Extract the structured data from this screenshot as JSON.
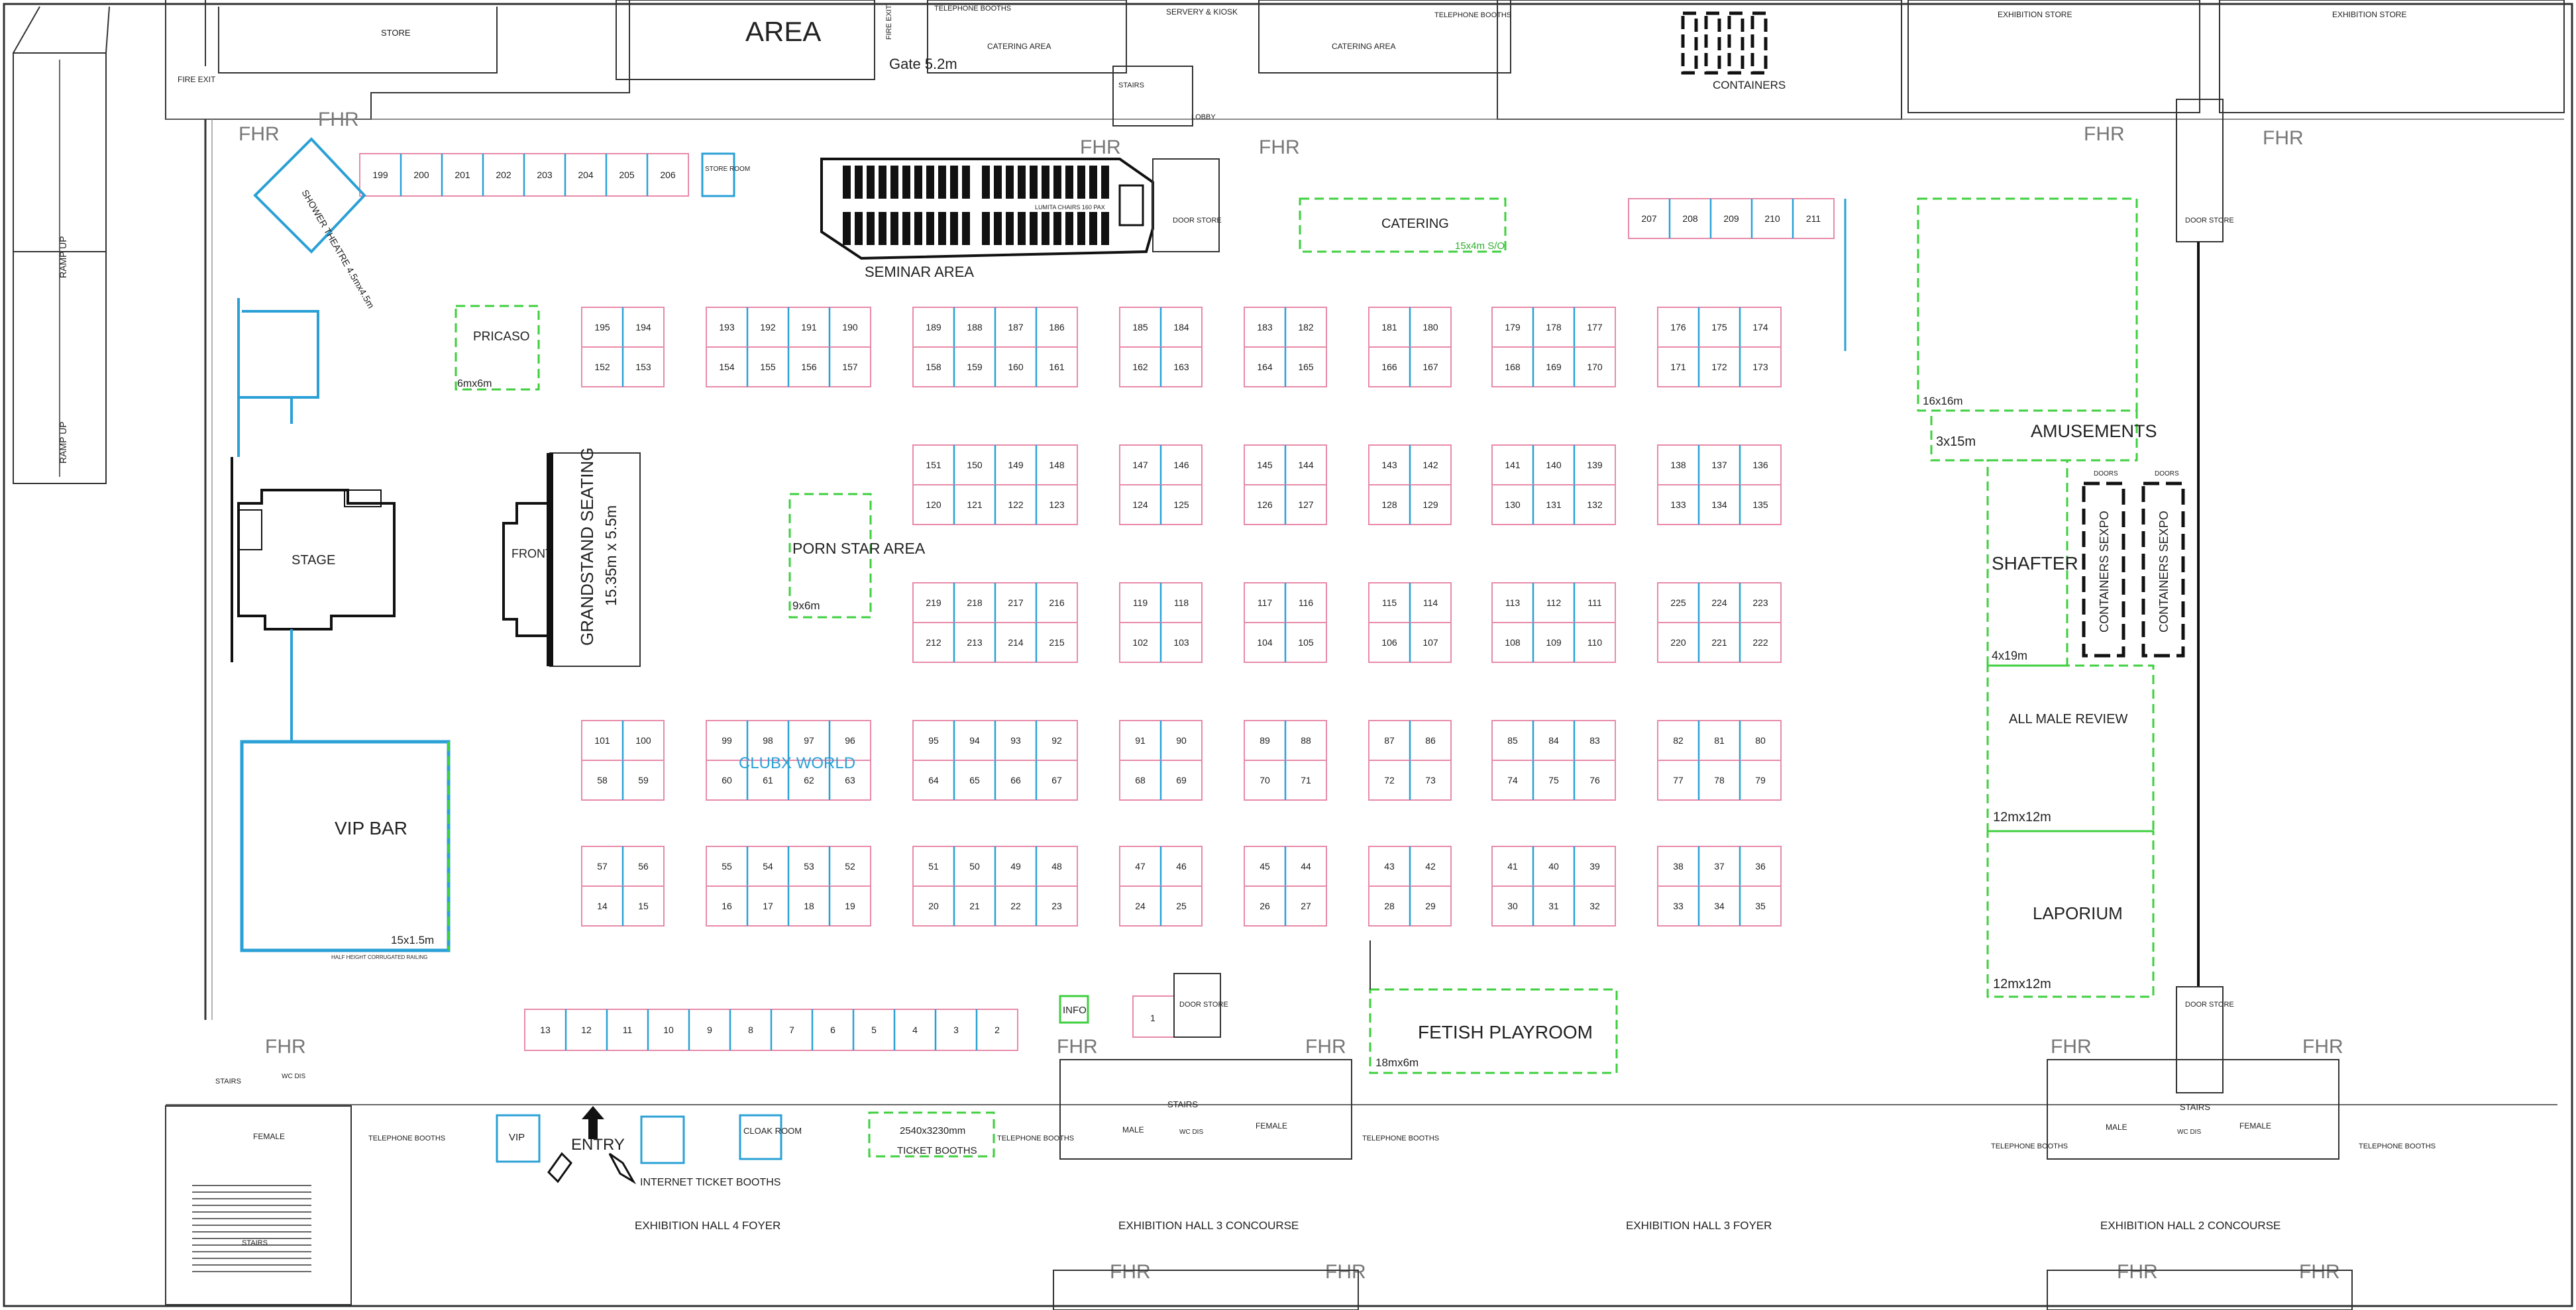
{
  "labels": {
    "area": "AREA",
    "store": "STORE",
    "fire_exit_1": "FIRE EXIT",
    "fire_exit_2": "FIRE EXIT",
    "ramp_up_1": "RAMP UP",
    "ramp_up_2": "RAMP UP",
    "telephone_booths_top": "TELEPHONE BOOTHS",
    "telephone_booths_top2": "TELEPHONE BOOTHS",
    "catering_area_1": "CATERING AREA",
    "catering_area_2": "CATERING AREA",
    "servery_kiosk": "SERVERY & KIOSK",
    "exhibition_store_1": "EXHIBITION STORE",
    "exhibition_store_2": "EXHIBITION STORE",
    "containers": "CONTAINERS",
    "gate": "Gate 5.2m",
    "stairs_top_left": "STAIRS",
    "lobby": "LOBBY",
    "store_room": "STORE ROOM",
    "door_store_1": "DOOR STORE",
    "door_store_2": "DOOR STORE",
    "door_store_3": "DOOR STORE",
    "door_store_4": "DOOR STORE",
    "seminar_area": "SEMINAR AREA",
    "seminar_chairs": "LUMITA CHAIRS 160 PAX",
    "catering": "CATERING",
    "catering_size": "15x4m S/O",
    "pricaso": "PRICASO",
    "pricaso_size": "6mx6m",
    "grandstand": "GRANDSTAND SEATING",
    "grandstand_size": "15.35m x 5.5m",
    "front_of_house": "FRONT OF HOUSE",
    "stage": "STAGE",
    "porn_star_area": "PORN STAR AREA",
    "porn_star_size": "9x6m",
    "clubx_world": "CLUBX WORLD",
    "vip_bar": "VIP BAR",
    "vip_bar_size": "15x1.5m",
    "half_height": "HALF HEIGHT CORRUGATED RAILING",
    "shower_theatre": "SHOWER THEATRE 4.5mx4.5m",
    "amusements": "AMUSEMENTS",
    "amusements_size1": "16x16m",
    "amusements_size2": "3x15m",
    "shafter": "SHAFTER",
    "shafter_size": "4x19m",
    "containers_sexpo_1": "CONTAINERS SEXPO",
    "containers_sexpo_2": "CONTAINERS SEXPO",
    "doors_1": "DOORS",
    "doors_2": "DOORS",
    "all_male_review": "ALL MALE REVIEW",
    "all_male_size": "12mx12m",
    "laporium": "LAPORIUM",
    "laporium_size": "12mx12m",
    "fetish_playroom": "FETISH PLAYROOM",
    "fetish_size": "18mx6m",
    "info": "INFO",
    "vip": "VIP",
    "entry": "ENTRY",
    "internet_ticket_booths": "INTERNET TICKET BOOTHS",
    "cloak_room": "CLOAK ROOM",
    "ticket_booths": "TICKET BOOTHS",
    "ticket_booths_size": "2540x3230mm",
    "female_1": "FEMALE",
    "female_2": "FEMALE",
    "female_3": "FEMALE",
    "male_1": "MALE",
    "male_2": "MALE",
    "stairs_b1": "STAIRS",
    "stairs_b2": "STAIRS",
    "stairs_b3": "STAIRS",
    "stairs_b4": "STAIRS",
    "wc_dis_1": "WC DIS",
    "wc_dis_2": "WC DIS",
    "wc_dis_3": "WC DIS",
    "tel_b1": "TELEPHONE BOOTHS",
    "tel_b2": "TELEPHONE BOOTHS",
    "tel_b3": "TELEPHONE BOOTHS",
    "tel_b4": "TELEPHONE BOOTHS",
    "tel_b5": "TELEPHONE BOOTHS",
    "hall4_foyer": "EXHIBITION HALL 4 FOYER",
    "hall3_concourse": "EXHIBITION HALL 3 CONCOURSE",
    "hall3_foyer": "EXHIBITION HALL 3 FOYER",
    "hall2_concourse": "EXHIBITION HALL 2 CONCOURSE",
    "fhr": "FHR"
  },
  "booth_rows": {
    "top_row": [
      "199",
      "200",
      "201",
      "202",
      "203",
      "204",
      "205",
      "206"
    ],
    "right_top_row": [
      "207",
      "208",
      "209",
      "210",
      "211"
    ],
    "bottom_row": [
      "13",
      "12",
      "11",
      "10",
      "9",
      "8",
      "7",
      "6",
      "5",
      "4",
      "3",
      "2"
    ],
    "single": "1"
  },
  "blocks": [
    [
      "195",
      "194",
      "152",
      "153"
    ],
    [
      "193",
      "192",
      "191",
      "190",
      "154",
      "155",
      "156",
      "157"
    ],
    [
      "189",
      "188",
      "187",
      "186",
      "158",
      "159",
      "160",
      "161"
    ],
    [
      "185",
      "184",
      "162",
      "163"
    ],
    [
      "183",
      "182",
      "164",
      "165"
    ],
    [
      "181",
      "180",
      "166",
      "167"
    ],
    [
      "179",
      "178",
      "177",
      "168",
      "169",
      "170"
    ],
    [
      "176",
      "175",
      "174",
      "171",
      "172",
      "173"
    ],
    [
      "151",
      "150",
      "149",
      "148",
      "120",
      "121",
      "122",
      "123"
    ],
    [
      "147",
      "146",
      "124",
      "125"
    ],
    [
      "145",
      "144",
      "126",
      "127"
    ],
    [
      "143",
      "142",
      "128",
      "129"
    ],
    [
      "141",
      "140",
      "139",
      "130",
      "131",
      "132"
    ],
    [
      "138",
      "137",
      "136",
      "133",
      "134",
      "135"
    ],
    [
      "219",
      "218",
      "217",
      "216",
      "212",
      "213",
      "214",
      "215"
    ],
    [
      "119",
      "118",
      "102",
      "103"
    ],
    [
      "117",
      "116",
      "104",
      "105"
    ],
    [
      "115",
      "114",
      "106",
      "107"
    ],
    [
      "113",
      "112",
      "111",
      "108",
      "109",
      "110"
    ],
    [
      "225",
      "224",
      "223",
      "220",
      "221",
      "222"
    ],
    [
      "101",
      "100",
      "58",
      "59"
    ],
    [
      "99",
      "98",
      "97",
      "96",
      "60",
      "61",
      "62",
      "63"
    ],
    [
      "95",
      "94",
      "93",
      "92",
      "64",
      "65",
      "66",
      "67"
    ],
    [
      "91",
      "90",
      "68",
      "69"
    ],
    [
      "89",
      "88",
      "70",
      "71"
    ],
    [
      "87",
      "86",
      "72",
      "73"
    ],
    [
      "85",
      "84",
      "83",
      "74",
      "75",
      "76"
    ],
    [
      "82",
      "81",
      "80",
      "77",
      "78",
      "79"
    ],
    [
      "57",
      "56",
      "14",
      "15"
    ],
    [
      "55",
      "54",
      "53",
      "52",
      "16",
      "17",
      "18",
      "19"
    ],
    [
      "51",
      "50",
      "49",
      "48",
      "20",
      "21",
      "22",
      "23"
    ],
    [
      "47",
      "46",
      "24",
      "25"
    ],
    [
      "45",
      "44",
      "26",
      "27"
    ],
    [
      "43",
      "42",
      "28",
      "29"
    ],
    [
      "41",
      "40",
      "39",
      "30",
      "31",
      "32"
    ],
    [
      "38",
      "37",
      "36",
      "33",
      "34",
      "35"
    ]
  ]
}
